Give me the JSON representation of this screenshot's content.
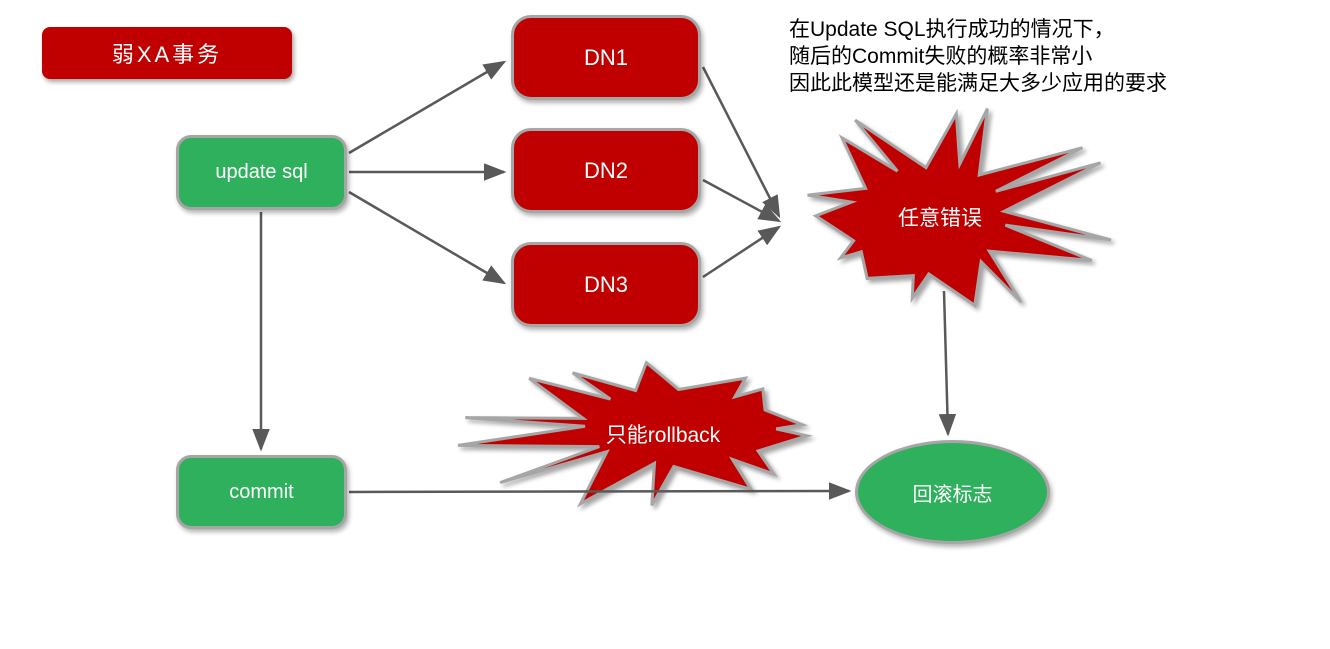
{
  "nodes": {
    "weak_xa": {
      "label": "弱XA事务"
    },
    "update_sql": {
      "label": "update sql"
    },
    "dn1": {
      "label": "DN1"
    },
    "dn2": {
      "label": "DN2"
    },
    "dn3": {
      "label": "DN3"
    },
    "commit": {
      "label": "commit"
    },
    "any_error": {
      "label": "任意错误"
    },
    "rollback_only": {
      "label": "只能rollback"
    },
    "rollback_flag": {
      "label": "回滚标志"
    }
  },
  "annotation": {
    "line1": "在Update SQL执行成功的情况下，",
    "line2": "随后的Commit失败的概率非常小",
    "line3": "因此此模型还是能满足大多少应用的要求"
  },
  "colors": {
    "red": "#c00000",
    "green": "#2eb05c",
    "border": "#a6a6a6",
    "arrow": "#595959",
    "text_light": "#ffffff",
    "text_dark": "#000000"
  }
}
